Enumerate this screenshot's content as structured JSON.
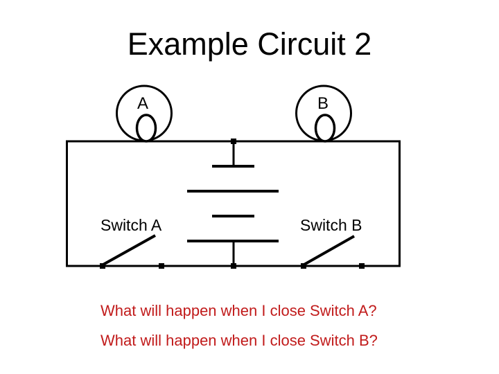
{
  "slide": {
    "title": "Example Circuit 2",
    "questions": [
      "What will happen when I close Switch A?",
      "What will happen when I close Switch B?"
    ]
  },
  "diagram": {
    "bulb_a_label": "A",
    "bulb_b_label": "B",
    "switch_a_label": "Switch A",
    "switch_b_label": "Switch B",
    "components": {
      "bulbs": [
        "A",
        "B"
      ],
      "switches": [
        "Switch A",
        "Switch B"
      ],
      "battery_cells": 2,
      "switch_state": "open"
    }
  },
  "colors": {
    "wire": "#000000",
    "title_text": "#000000",
    "question_text": "#C11B1B",
    "background": "#FFFFFF"
  }
}
